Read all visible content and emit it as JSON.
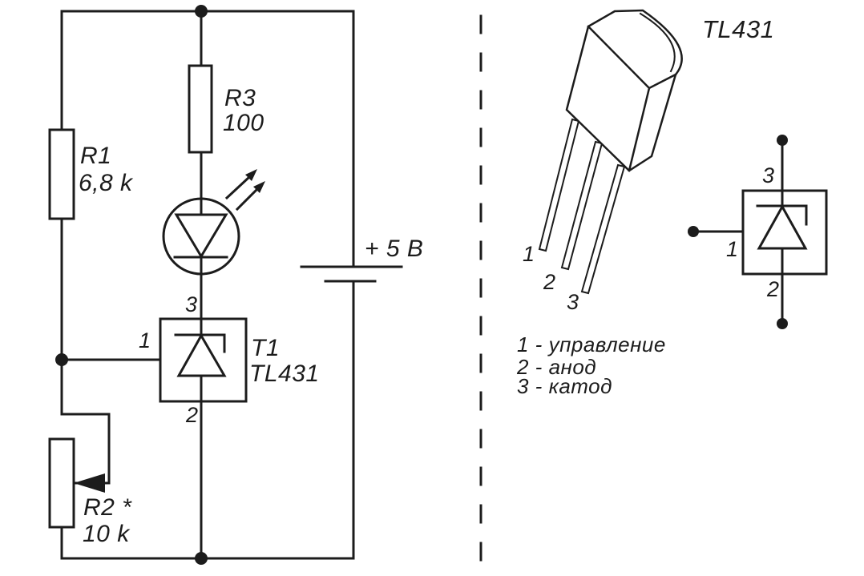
{
  "schematic": {
    "r1_name": "R1",
    "r1_value": "6,8 k",
    "r3_name": "R3",
    "r3_value": "100",
    "r2_name": "R2 *",
    "r2_value": "10 k",
    "supply": "+ 5 В",
    "ic_designator": "T1",
    "ic_part": "TL431",
    "ic_pin_top": "3",
    "ic_pin_left": "1",
    "ic_pin_bottom": "2"
  },
  "pinout": {
    "title": "TL431",
    "lead_labels": [
      "1",
      "2",
      "3"
    ],
    "legend": [
      "1 - управление",
      "2 - анод",
      "3 - катод"
    ],
    "symbol_pin_top": "3",
    "symbol_pin_left": "1",
    "symbol_pin_bottom": "2"
  },
  "colors": {
    "ink": "#1c1c1c",
    "background": "#ffffff"
  }
}
